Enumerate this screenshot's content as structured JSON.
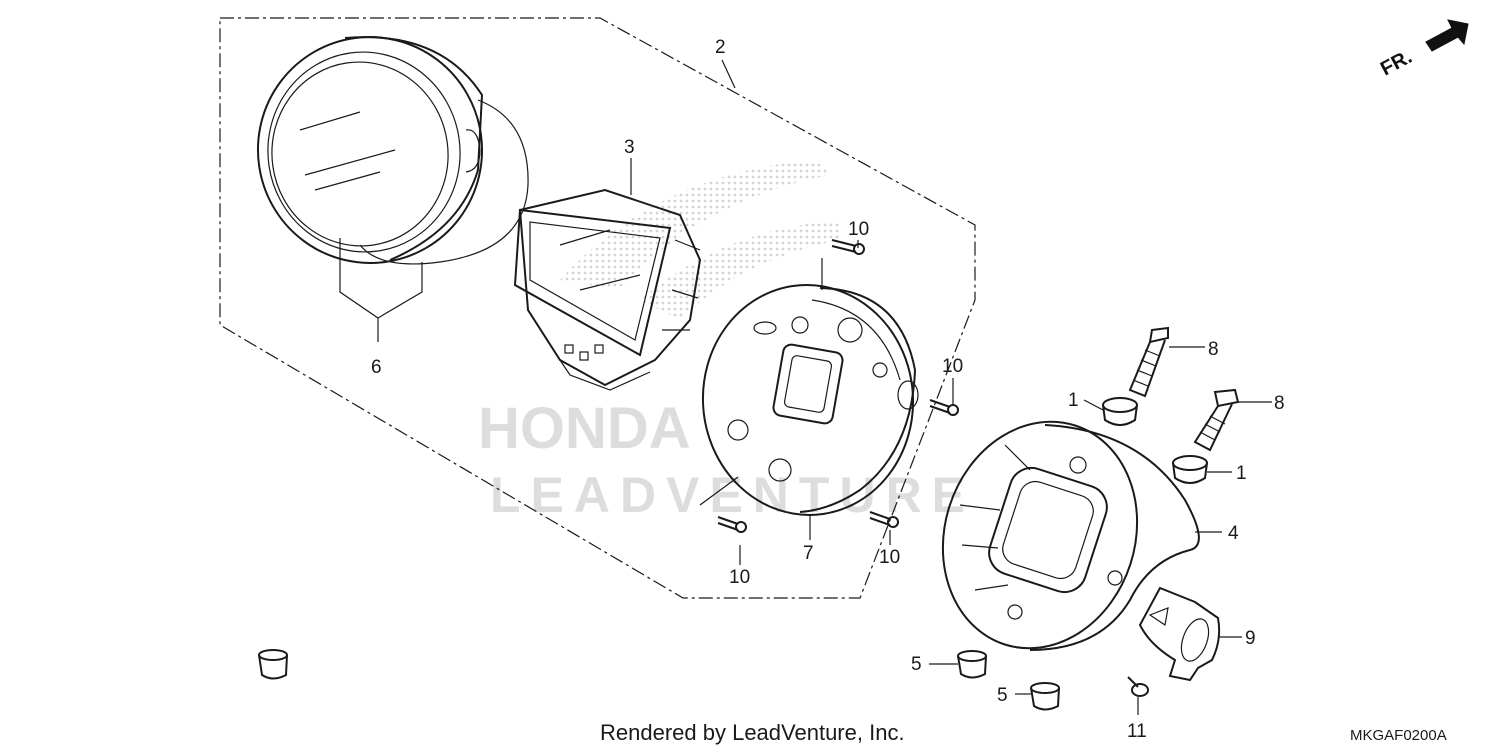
{
  "callouts": {
    "c1a": "1",
    "c1b": "1",
    "c2": "2",
    "c3": "3",
    "c4": "4",
    "c5a": "5",
    "c5b": "5",
    "c6": "6",
    "c7": "7",
    "c8a": "8",
    "c8b": "8",
    "c9": "9",
    "c10a": "10",
    "c10b": "10",
    "c10c": "10",
    "c10d": "10",
    "c11": "11"
  },
  "direction": {
    "label": "FR."
  },
  "watermark": {
    "brand": "HONDA",
    "text": "LEADVENTURE"
  },
  "footer": {
    "credit": "Rendered by LeadVenture, Inc.",
    "code": "MKGAF0200A"
  },
  "colors": {
    "line": "#1a1a1a",
    "watermark": "#dddddd",
    "background": "#ffffff"
  }
}
